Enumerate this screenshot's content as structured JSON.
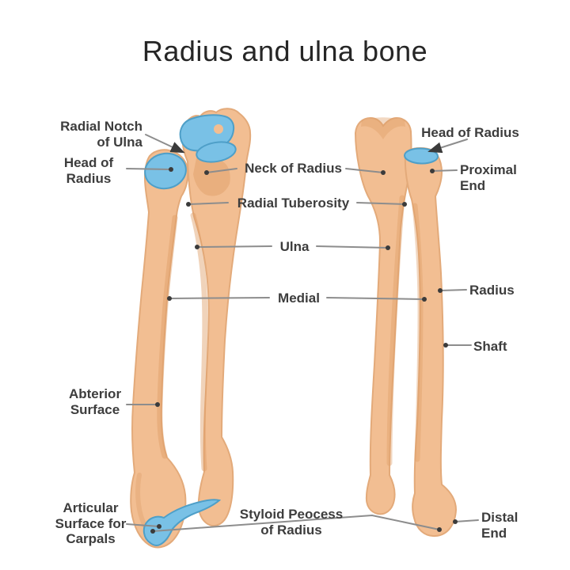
{
  "title": "Radius and ulna bone",
  "palette": {
    "bone_fill": "#F2BE92",
    "bone_shade": "#DE9E66",
    "bone_outline": "#E3AA7A",
    "cartilage_fill": "#79C1E6",
    "cartilage_outline": "#4E9FC8",
    "leader_line": "#8D8D8D",
    "marker_dot": "#3B3B3B",
    "label_text": "#3D3D3D",
    "title_text": "#262626",
    "background": "#FFFFFF"
  },
  "left_figure": {
    "labels": {
      "radial_notch": [
        "Radial Notch",
        "of Ulna"
      ],
      "head_of_radius": [
        "Head of",
        "Radius"
      ],
      "abterior_surface": [
        "Abterior",
        "Surface"
      ],
      "articular_surface": [
        "Articular",
        "Surface for",
        "Carpals"
      ]
    }
  },
  "center_labels": {
    "neck_of_radius": "Neck of Radius",
    "radial_tuberosity": "Radial Tuberosity",
    "ulna": "Ulna",
    "medial": "Medial",
    "styloid_process": [
      "Styloid Peocess",
      "of Radius"
    ]
  },
  "right_figure": {
    "labels": {
      "head_of_radius": "Head of Radius",
      "proximal_end": [
        "Proximal",
        "End"
      ],
      "radius": "Radius",
      "shaft": "Shaft",
      "distal_end": [
        "Distal",
        "End"
      ]
    }
  }
}
